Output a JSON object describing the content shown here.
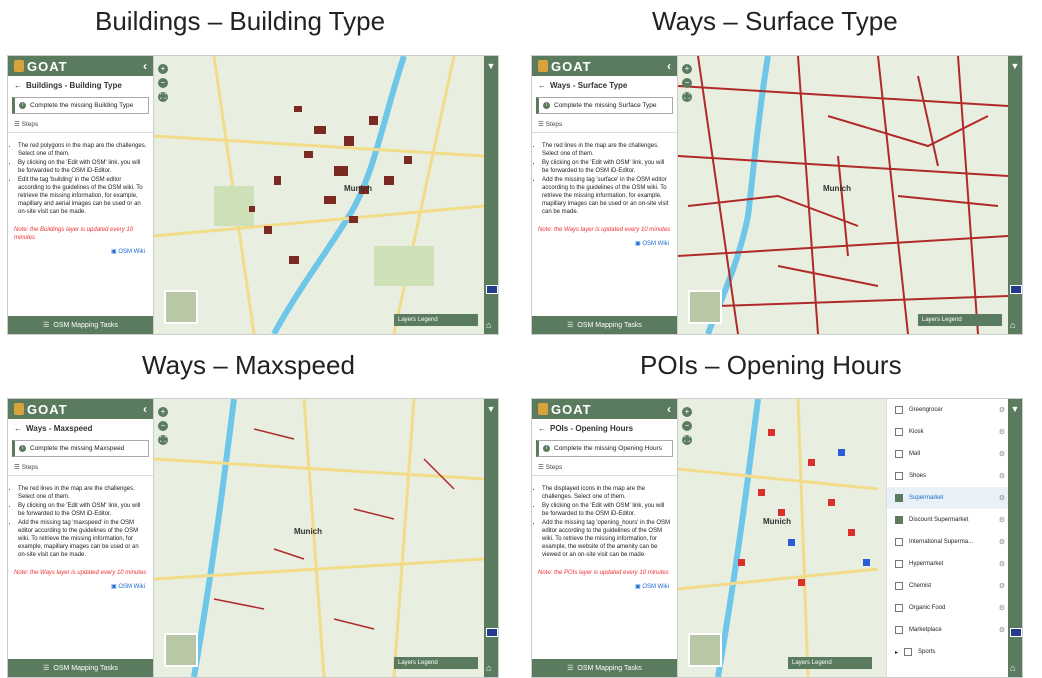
{
  "panels": [
    {
      "title": "Buildings – Building Type",
      "crumb": "Buildings - Building Type",
      "task": "Complete the missing Building Type",
      "steps_heading": "Steps",
      "steps": [
        "The red polygons in the map are the challenges. Select one of them.",
        "By clicking on the 'Edit with OSM' link, you will be forwarded to the OSM iD-Editor.",
        "Edit the tag 'building' in the OSM editor according to the guidelines of the OSM wiki. To retrieve the missing information, for example, mapillary and aerial images can be used or an on-site visit can be made."
      ],
      "note": "Note: the Buildings layer is updated every 10 minutes",
      "wiki": "OSM Wiki",
      "footer": "OSM Mapping Tasks",
      "city": "Munich",
      "legend": "Layers Legend"
    },
    {
      "title": "Ways – Surface Type",
      "crumb": "Ways - Surface Type",
      "task": "Complete the missing Surface Type",
      "steps_heading": "Steps",
      "steps": [
        "The red lines in the map are the challenges. Select one of them.",
        "By clicking on the 'Edit with OSM' link, you will be forwarded to the OSM iD-Editor.",
        "Add the missing tag 'surface' in the OSM editor according to the guidelines of the OSM wiki. To retrieve the missing information, for example, mapillary images can be used or an on-site visit can be made."
      ],
      "note": "Note: the Ways layer is updated every 10 minutes",
      "wiki": "OSM Wiki",
      "footer": "OSM Mapping Tasks",
      "city": "Munich",
      "legend": "Layers Legend"
    },
    {
      "title": "Ways – Maxspeed",
      "crumb": "Ways - Maxspeed",
      "task": "Complete the missing Maxspeed",
      "steps_heading": "Steps",
      "steps": [
        "The red lines in the map are the challenges. Select one of them.",
        "By clicking on the 'Edit with OSM' link, you will be forwarded to the OSM iD-Editor.",
        "Add the missing tag 'maxspeed' in the OSM editor according to the guidelines of the OSM wiki. To retrieve the missing information, for example, mapillary images can be used or an on-site visit can be made."
      ],
      "note": "Note: the Ways layer is updated every 10 minutes",
      "wiki": "OSM Wiki",
      "footer": "OSM Mapping Tasks",
      "city": "Munich",
      "legend": "Layers Legend"
    },
    {
      "title": "POIs – Opening Hours",
      "crumb": "POIs - Opening Hours",
      "task": "Complete the missing Opening Hours",
      "steps_heading": "Steps",
      "steps": [
        "The displayed icons in the map are the challenges. Select one of them.",
        "By clicking on the 'Edit with OSM' link, you will be forwarded to the OSM iD-Editor.",
        "Add the missing tag 'opening_hours' in the OSM editor according to the guidelines of the OSM wiki. To retrieve the missing information, for example, the website of the amenity can be viewed or an on-site visit can be made."
      ],
      "note": "Note: the POIs layer is updated every 10 minutes",
      "wiki": "OSM Wiki",
      "footer": "OSM Mapping Tasks",
      "city": "Munich",
      "legend": "Layers Legend"
    }
  ],
  "app": {
    "name": "GOAT"
  },
  "poi_categories": [
    {
      "label": "Greengrocer",
      "checked": false
    },
    {
      "label": "Kiosk",
      "checked": false
    },
    {
      "label": "Mall",
      "checked": false
    },
    {
      "label": "Shoes",
      "checked": false
    },
    {
      "label": "Supermarket",
      "checked": true
    },
    {
      "label": "Discount Supermarket",
      "checked": true
    },
    {
      "label": "International Superma...",
      "checked": false
    },
    {
      "label": "Hypermarket",
      "checked": false
    },
    {
      "label": "Chemist",
      "checked": false
    },
    {
      "label": "Organic Food",
      "checked": false
    },
    {
      "label": "Marketplace",
      "checked": false
    },
    {
      "label": "Sports",
      "checked": false
    }
  ],
  "colors": {
    "brand": "#5b7b5e",
    "challenge": "#b02a2a",
    "note": "#e33333"
  }
}
